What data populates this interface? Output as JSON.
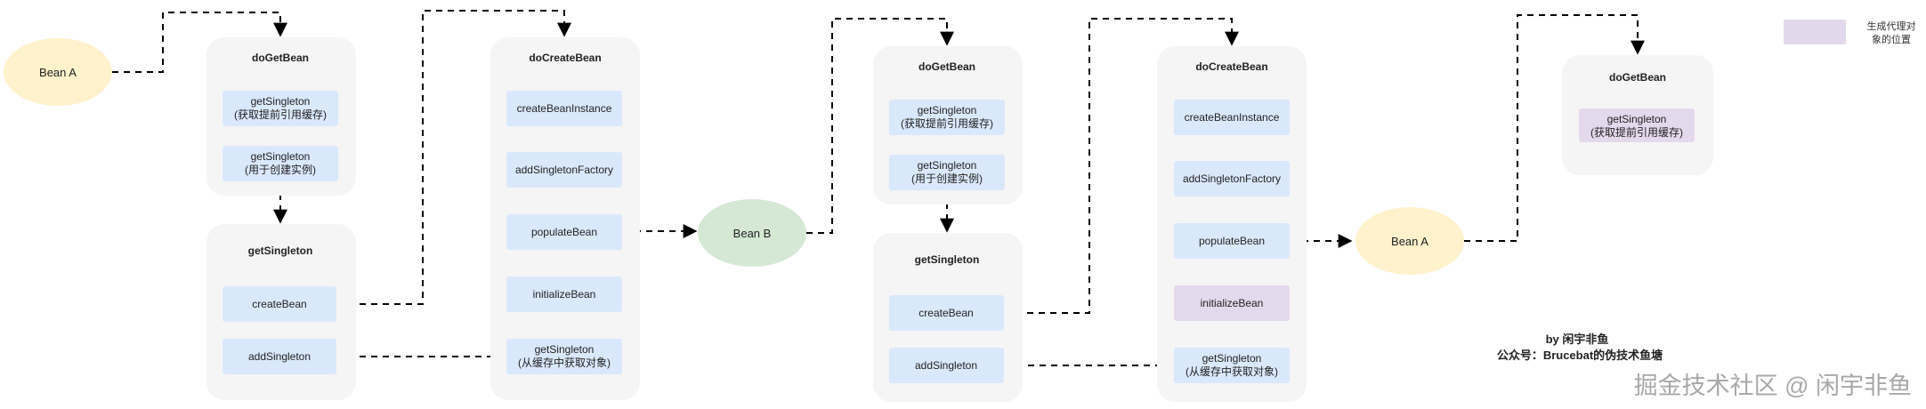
{
  "legend": {
    "label_line1": "生成代理对",
    "label_line2": "象的位置",
    "swatch_color": "#e2d8eb"
  },
  "colors": {
    "box_blue": "#dae8fc",
    "box_purple": "#e4d9ec",
    "group_bg": "#f5f5f5",
    "ellipse_yellow": "#fff2cc",
    "ellipse_green": "#d5e8d4"
  },
  "nodes": {
    "bean_a_1": "Bean A",
    "bean_b": "Bean B",
    "bean_a_2": "Bean A"
  },
  "groups": {
    "a_doGetBean": {
      "title": "doGetBean",
      "get_early_line1": "getSingleton",
      "get_early_line2": "(获取提前引用缓存)",
      "get_create_line1": "getSingleton",
      "get_create_line2": "(用于创建实例)"
    },
    "a_getSingleton": {
      "title": "getSingleton",
      "create_bean": "createBean",
      "add_singleton": "addSingleton"
    },
    "a_doCreateBean": {
      "title": "doCreateBean",
      "create_instance": "createBeanInstance",
      "add_factory": "addSingletonFactory",
      "populate": "populateBean",
      "initialize": "initializeBean",
      "get_from_cache_line1": "getSingleton",
      "get_from_cache_line2": "(从缓存中获取对象)"
    },
    "b_doGetBean": {
      "title": "doGetBean",
      "get_early_line1": "getSingleton",
      "get_early_line2": "(获取提前引用缓存)",
      "get_create_line1": "getSingleton",
      "get_create_line2": "(用于创建实例)"
    },
    "b_getSingleton": {
      "title": "getSingleton",
      "create_bean": "createBean",
      "add_singleton": "addSingleton"
    },
    "b_doCreateBean": {
      "title": "doCreateBean",
      "create_instance": "createBeanInstance",
      "add_factory": "addSingletonFactory",
      "populate": "populateBean",
      "initialize": "initializeBean",
      "get_from_cache_line1": "getSingleton",
      "get_from_cache_line2": "(从缓存中获取对象)"
    },
    "a2_doGetBean": {
      "title": "doGetBean",
      "get_early_line1": "getSingleton",
      "get_early_line2": "(获取提前引用缓存)"
    }
  },
  "signature": {
    "line1": "by 闲宇非鱼",
    "line2": "公众号：Brucebat的伪技术鱼塘"
  },
  "watermark": "掘金技术社区 @ 闲宇非鱼"
}
